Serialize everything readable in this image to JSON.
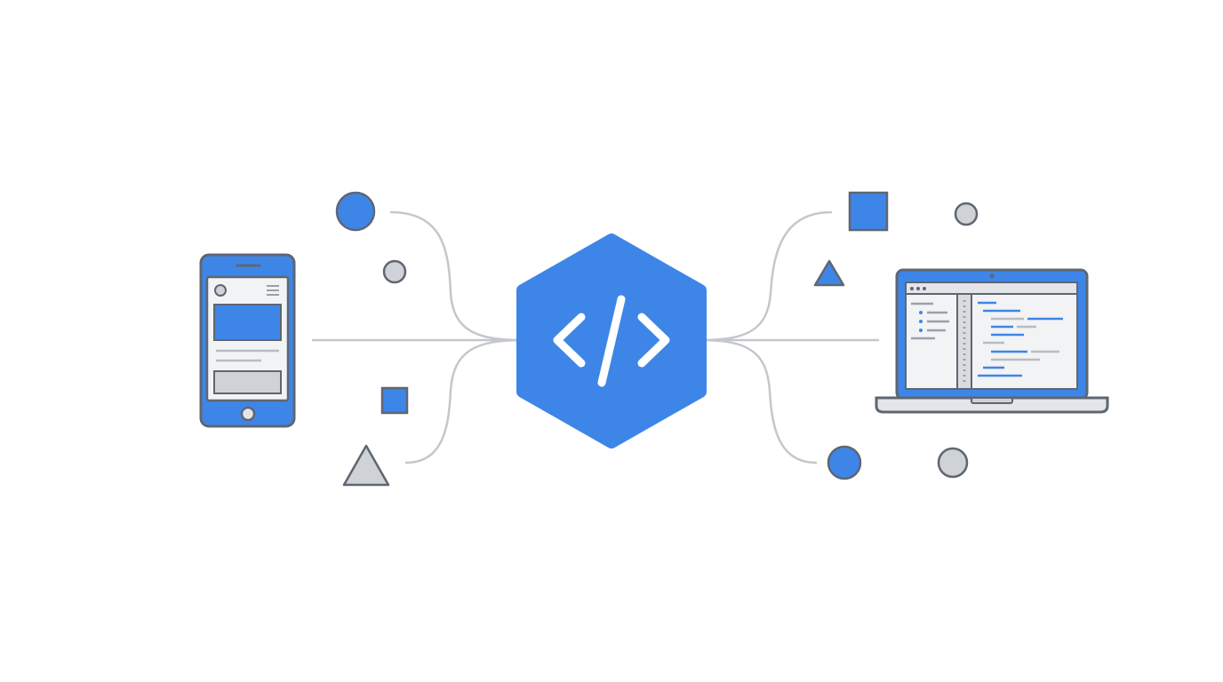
{
  "diagram": {
    "hub": {
      "icon": "code-brackets-icon",
      "shape": "hexagon"
    },
    "left_device": {
      "icon": "smartphone-icon"
    },
    "right_device": {
      "icon": "laptop-code-editor-icon"
    },
    "decorations": [
      "blue-circle",
      "gray-circle",
      "blue-square",
      "gray-triangle",
      "blue-square",
      "blue-triangle",
      "gray-circle",
      "blue-circle",
      "gray-circle"
    ]
  },
  "colors": {
    "accent": "#3d86e8",
    "outline": "#5f6672",
    "connector": "#c4c7cc",
    "gray_fill": "#cfd2d6",
    "screen": "#f2f3f5",
    "background": "#ffffff"
  }
}
